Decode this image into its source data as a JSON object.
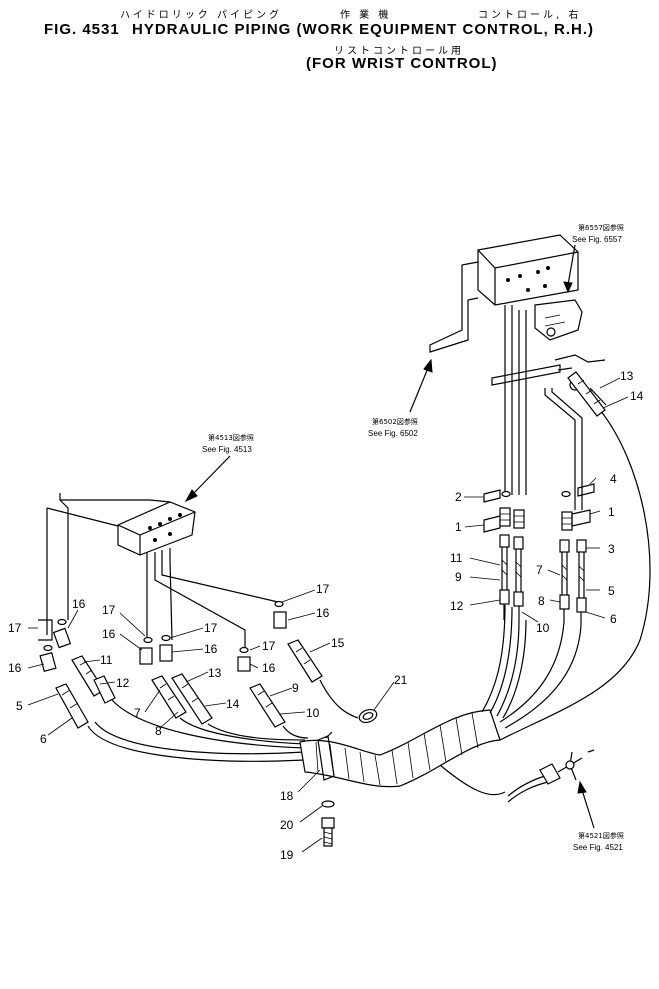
{
  "header": {
    "jp_line1_a": "ハイドロリック パイピング",
    "jp_line1_b": "作 業 機",
    "jp_line1_c": "コントロール, 右",
    "fig_label": "FIG. 4531",
    "title": "HYDRAULIC PIPING (WORK EQUIPMENT CONTROL, R.H.)",
    "jp_line2": "リストコントロール用",
    "subtitle": "(FOR WRIST CONTROL)"
  },
  "references": {
    "fig6557_jp": "第6557図参照",
    "fig6557": "See Fig. 6557",
    "fig6502_jp": "第6502図参照",
    "fig6502": "See Fig. 6502",
    "fig4513_jp": "第4513図参照",
    "fig4513": "See Fig. 4513",
    "fig4521_jp": "第4521図参照",
    "fig4521": "See Fig. 4521"
  },
  "callouts": {
    "c1a": "1",
    "c1b": "1",
    "c2": "2",
    "c3": "3",
    "c4": "4",
    "c5a": "5",
    "c5b": "5",
    "c6a": "6",
    "c6b": "6",
    "c7a": "7",
    "c7b": "7",
    "c8a": "8",
    "c8b": "8",
    "c9a": "9",
    "c9b": "9",
    "c10a": "10",
    "c10b": "10",
    "c11a": "11",
    "c11b": "11",
    "c12a": "12",
    "c12b": "12",
    "c13a": "13",
    "c13b": "13",
    "c14a": "14",
    "c14b": "14",
    "c15": "15",
    "c16a": "16",
    "c16b": "16",
    "c16c": "16",
    "c16d": "16",
    "c16e": "16",
    "c16f": "16",
    "c17a": "17",
    "c17b": "17",
    "c17c": "17",
    "c17d": "17",
    "c17e": "17",
    "c18": "18",
    "c19": "19",
    "c20": "20",
    "c21": "21"
  }
}
